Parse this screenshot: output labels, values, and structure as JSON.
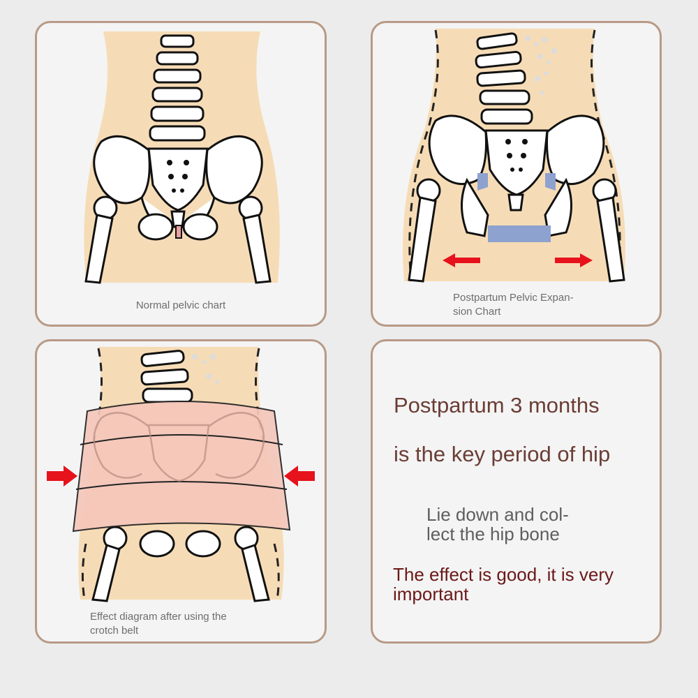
{
  "panels": {
    "normal": {
      "caption": "Normal pelvic chart"
    },
    "expansion": {
      "caption_line1": "Postpartum Pelvic Expan-",
      "caption_line2": "sion Chart"
    },
    "belt": {
      "caption_line1": "Effect diagram after using the",
      "caption_line2": "crotch belt"
    }
  },
  "text_panel": {
    "headline_1": "Postpartum 3 months",
    "headline_2": "is the key period of hip",
    "tip_line1": "Lie down and col-",
    "tip_line2": "lect the hip bone",
    "emphasis_line1": "The effect is good, it is very",
    "emphasis_line2": "important"
  },
  "colors": {
    "card_border": "#b79a86",
    "skin": "#f6dcb6",
    "belt": "#f5c7bb",
    "arrow": "#e6121c",
    "gap_blue": "#8ea2cf",
    "normal_gap": "#e8a0a0",
    "headline": "#6b3d35",
    "emphasis": "#6b1818"
  },
  "icons": [
    "pelvis-skeleton-icon",
    "left-arrow-icon",
    "right-arrow-icon",
    "belt-band-icon"
  ]
}
